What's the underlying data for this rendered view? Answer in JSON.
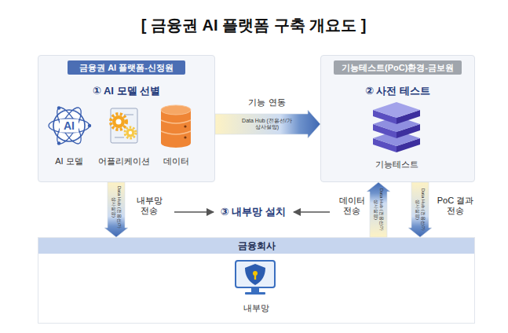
{
  "diagram": {
    "title": "[ 금융권 AI 플랫폼 구축 개요도 ]",
    "nodes": [
      {
        "text": [
          "금융권 AI 플랫폼-신정원",
          "① AI 모델 선별"
        ]
      },
      {
        "text": [
          "기능테스트(PoC)환경-금보원",
          "② 사전 테스트"
        ]
      },
      {
        "text": [
          "금융회사",
          "내부망"
        ]
      }
    ],
    "edges": [
      {
        "from": 0,
        "to": 1,
        "arrow": "to",
        "label": "기능 연동"
      },
      {
        "from": 0,
        "to": 2,
        "arrow": "to",
        "label": "내부망 전송"
      },
      {
        "from": 2,
        "to": 1,
        "arrow": "to",
        "label": "데이터 전송"
      },
      {
        "from": 1,
        "to": 2,
        "arrow": "to",
        "label": "PoC 결과 전송"
      }
    ],
    "labels": [
      "AI",
      "AI 모델",
      "어플리케이션",
      "데이터",
      "기능테스트",
      "③ 내부망 설치",
      "Data Hub (전용선/가상사설망)",
      "Data Hub (전용선/가상사설망)",
      "Data Hub (전용선/가상사설망)",
      "Data Hub (전용선/가상사설망)"
    ]
  }
}
